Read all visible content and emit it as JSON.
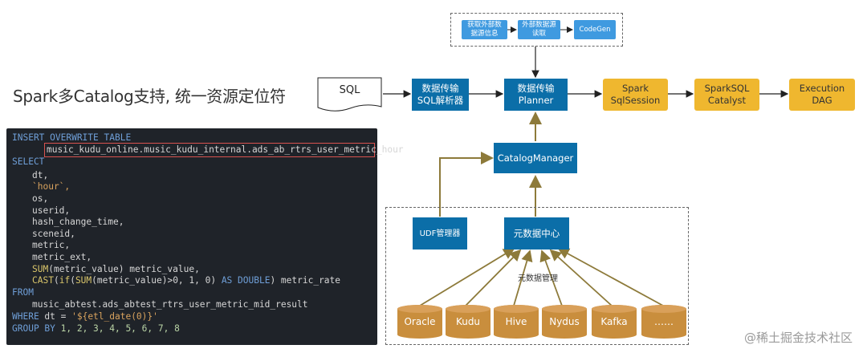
{
  "title": "Spark多Catalog支持, 统一资源定位符",
  "code": {
    "line1_kw": "INSERT OVERWRITE TABLE",
    "line2_table": "music_kudu_online.music_kudu_internal.ads_ab_rtrs_user_metric_hour",
    "line3_kw": "SELECT",
    "col_dt": "dt,",
    "col_hour": "`hour`,",
    "col_os": "os,",
    "col_userid": "userid,",
    "col_hash": "hash_change_time,",
    "col_scene": "sceneid,",
    "col_metric": "metric,",
    "col_metric_ext": "metric_ext,",
    "sum_fn": "SUM",
    "sum_rest": "(metric_value) metric_value,",
    "cast_fn": "CAST",
    "cast_open": "(",
    "if_fn": "if",
    "if_open": "(",
    "sum_fn2": "SUM",
    "cast_mid": "(metric_value)>0, 1, 0) ",
    "as_kw": "AS",
    "double_kw": " DOUBLE",
    "cast_end": ") metric_rate",
    "from_kw": "FROM",
    "from_table": "music_abtest.ads_abtest_rtrs_user_metric_mid_result",
    "where_kw": "WHERE",
    "where_rest": " dt = ",
    "where_str": "'${etl_date(0)}'",
    "group_kw": "GROUP BY",
    "group_rest": " 1, 2, 3, 4, 5, 6, 7, 8"
  },
  "diagram": {
    "sql_doc": "SQL",
    "parser": [
      "数据传输",
      "SQL解析器"
    ],
    "planner": [
      "数据传输",
      "Planner"
    ],
    "spark_session": [
      "Spark",
      "SqlSession"
    ],
    "catalyst": [
      "SparkSQL",
      "Catalyst"
    ],
    "execution": [
      "Execution",
      "DAG"
    ],
    "top_group": {
      "step1": [
        "获取外部数",
        "据源信息"
      ],
      "step2": [
        "外部数据源",
        "读取"
      ],
      "step3": "CodeGen"
    },
    "catalog_manager": "CatalogManager",
    "udf_manager": "UDF管理器",
    "metadata_center": "元数据中心",
    "metadata_mgmt": "元数据管理",
    "sources": [
      "Oracle",
      "Kudu",
      "Hive",
      "Nydus",
      "Kafka",
      "……"
    ]
  },
  "watermark": "@稀土掘金技术社区",
  "colors": {
    "blue_box": "#0b6ea8",
    "light_blue_box": "#3f9ae0",
    "yellow_box": "#efb72f",
    "cylinder": "#c98e3d",
    "arrow_olive": "#8d7a3a",
    "code_bg": "#1f2329",
    "highlight": "#d9534f"
  }
}
